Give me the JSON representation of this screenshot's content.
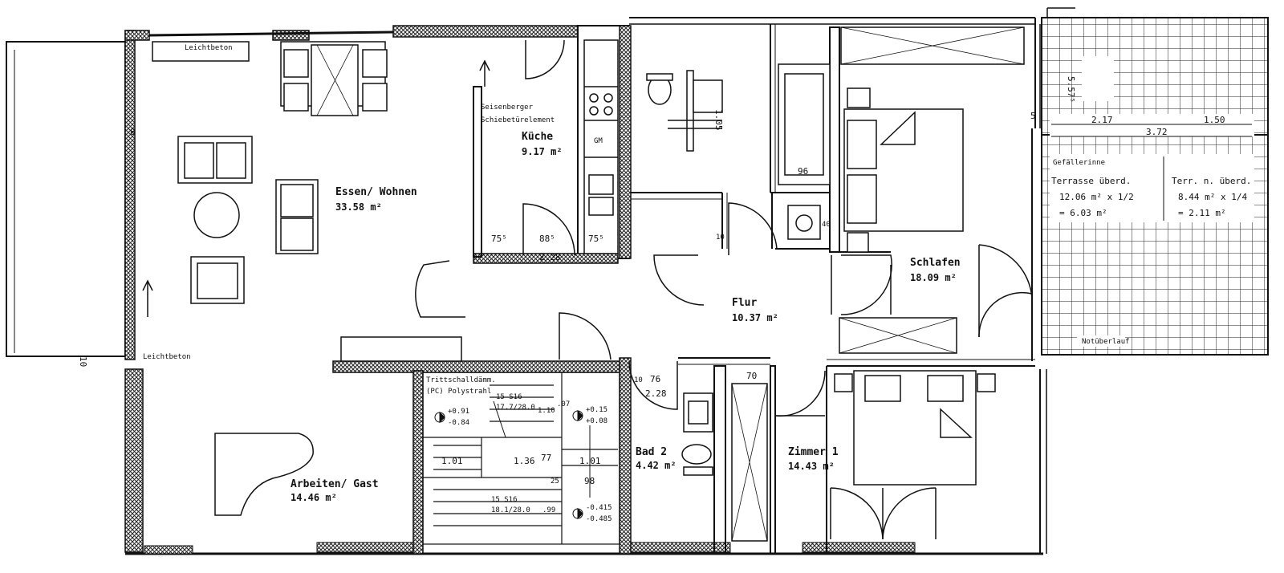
{
  "rooms": {
    "essen_wohnen": {
      "label": "Essen/ Wohnen",
      "area": "33.58 m²"
    },
    "kueche": {
      "label": "Küche",
      "area": "9.17 m²"
    },
    "flur": {
      "label": "Flur",
      "area": "10.37 m²"
    },
    "schlafen": {
      "label": "Schlafen",
      "area": "18.09 m²"
    },
    "zimmer1": {
      "label": "Zimmer 1",
      "area": "14.43 m²"
    },
    "bad2": {
      "label": "Bad 2",
      "area": "4.42 m²"
    },
    "arbeiten_gast": {
      "label": "Arbeiten/ Gast",
      "area": "14.46 m²"
    }
  },
  "notes": {
    "leichtbeton_top": "Leichtbeton",
    "leichtbeton_left": "Leichtbeton",
    "seisenberger": [
      "Seisenberger",
      "Schiebetürelement"
    ],
    "trittschall": [
      "Trittschalldämm.",
      "(PC) Polystrahl"
    ],
    "gefaelle": "Gefällerinne",
    "notueberlauf": "Notüberlauf",
    "gm": "GM"
  },
  "terrace": {
    "header_left": "Terrasse überd.",
    "calc_left_1": "12.06 m² x 1/2",
    "calc_left_2": "= 6.03 m²",
    "header_right": "Terr. n. überd.",
    "calc_right_1": "8.44 m² x 1/4",
    "calc_right_2": "= 2.11 m²"
  },
  "dimensions": {
    "d_557": "5.57⁵",
    "d_217": "2.17",
    "d_150": "1.50",
    "d_372": "3.72",
    "d_5": "5",
    "d_96": "96",
    "d_105": "1.05",
    "d_755a": "75⁵",
    "d_885": "88⁵",
    "d_755b": "75⁵",
    "d_228a": "2.28",
    "d_10a": "10",
    "d_10b": "10",
    "d_10c": "10",
    "d_76": "76",
    "d_228b": "2.28",
    "d_70": "70",
    "d_101a": "1.01",
    "d_136": "1.36",
    "d_77": "77",
    "d_101b": "1.01",
    "d_98": "98",
    "d_110": "1.10",
    "d_07": ".07",
    "d_99": ".99",
    "d_40": "40",
    "d_25": "25",
    "d_8": "8",
    "stair_top": "15 S16",
    "stair_top2": "17.7/28.0",
    "stair_bot": "15 S16",
    "stair_bot2": "18.1/28.0"
  },
  "levels": {
    "lv1a": "+0.91",
    "lv1b": "-0.84",
    "lv2a": "+0.15",
    "lv2b": "+0.08",
    "lv3a": "-0.415",
    "lv3b": "-0.485"
  }
}
